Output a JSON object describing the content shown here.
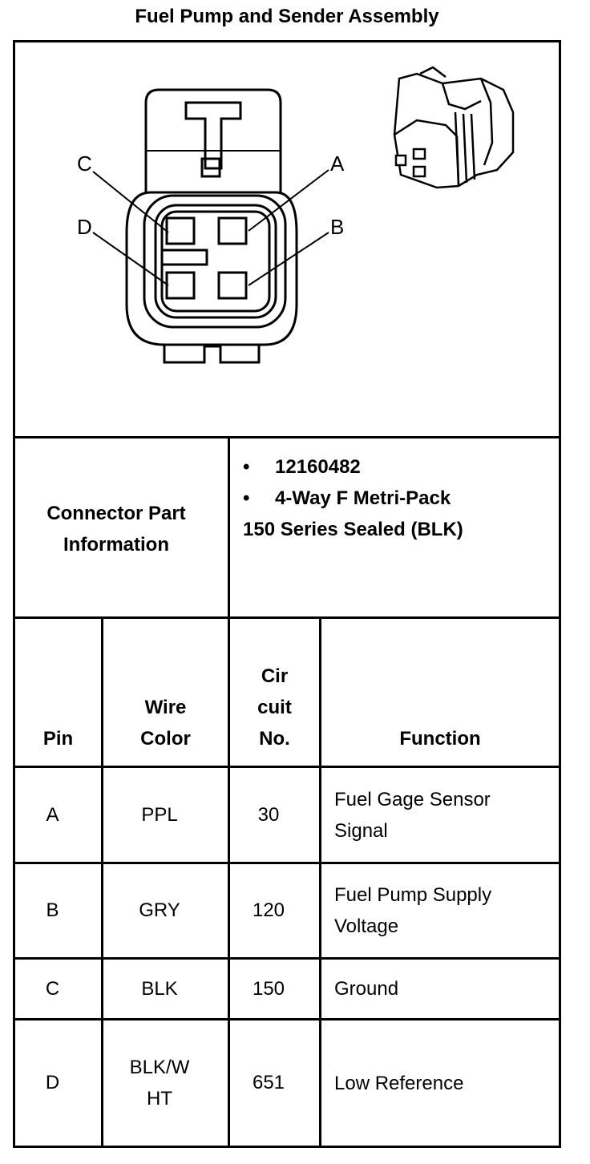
{
  "title": "Fuel Pump and Sender Assembly",
  "diagram": {
    "pin_labels": [
      "A",
      "B",
      "C",
      "D"
    ]
  },
  "connector": {
    "label": "Connector Part Information",
    "bullets": [
      "12160482",
      "4-Way F Metri-Pack"
    ],
    "extra_line": "150 Series Sealed (BLK)"
  },
  "table": {
    "headers": {
      "pin": "Pin",
      "wire_color": "Wire Color",
      "circuit": "Cir cuit No.",
      "function": "Function"
    },
    "rows": [
      {
        "pin": "A",
        "wire": "PPL",
        "circuit": "30",
        "function": "Fuel Gage Sensor Signal"
      },
      {
        "pin": "B",
        "wire": "GRY",
        "circuit": "120",
        "function": "Fuel Pump Supply Voltage"
      },
      {
        "pin": "C",
        "wire": "BLK",
        "circuit": "150",
        "function": "Ground"
      },
      {
        "pin": "D",
        "wire": "BLK/W HT",
        "circuit": "651",
        "function": "Low Reference"
      }
    ]
  }
}
